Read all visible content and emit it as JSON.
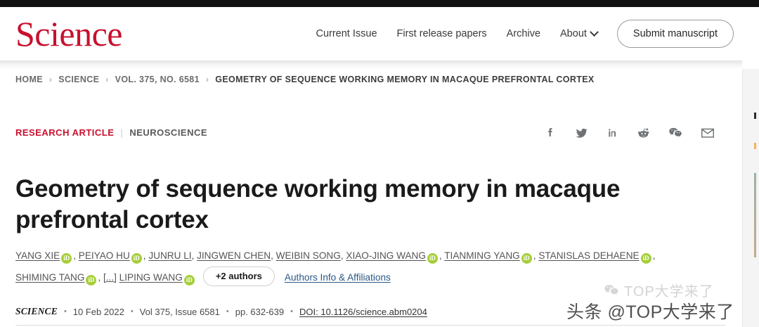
{
  "site": {
    "logo_text": "Science",
    "nav_items": [
      {
        "label": "Current Issue",
        "has_caret": false
      },
      {
        "label": "First release papers",
        "has_caret": false
      },
      {
        "label": "Archive",
        "has_caret": false
      },
      {
        "label": "About",
        "has_caret": true
      }
    ],
    "submit_button": "Submit manuscript"
  },
  "breadcrumb": {
    "separator": "›",
    "items": [
      "HOME",
      "SCIENCE",
      "VOL. 375, NO. 6581",
      "GEOMETRY OF SEQUENCE WORKING MEMORY IN MACAQUE PREFRONTAL CORTEX"
    ]
  },
  "article": {
    "type_primary": "RESEARCH ARTICLE",
    "type_divider": "|",
    "type_secondary": "NEUROSCIENCE",
    "title": "Geometry of sequence working memory in macaque prefrontal cortex",
    "more_authors_label": "+2 authors",
    "affiliations_link": "Authors Info & Affiliations",
    "orcid_glyph": "iD",
    "ellipsis_authors": "[...]",
    "authors": [
      {
        "name": "YANG XIE",
        "orcid": true
      },
      {
        "name": "PEIYAO HU",
        "orcid": true
      },
      {
        "name": "JUNRU LI",
        "orcid": false
      },
      {
        "name": "JINGWEN CHEN",
        "orcid": false
      },
      {
        "name": "WEIBIN SONG",
        "orcid": false
      },
      {
        "name": "XIAO-JING WANG",
        "orcid": true
      },
      {
        "name": "TIANMING YANG",
        "orcid": true
      },
      {
        "name": "STANISLAS DEHAENE",
        "orcid": true
      },
      {
        "name": "SHIMING TANG",
        "orcid": true
      },
      {
        "name": "LIPING WANG",
        "orcid": true
      }
    ]
  },
  "citation": {
    "journal": "SCIENCE",
    "date": "10 Feb 2022",
    "volume": "Vol 375, Issue 6581",
    "pages": "pp. 632-639",
    "doi": "DOI: 10.1126/science.abm0204",
    "dot": "•"
  },
  "social_icons": [
    {
      "name": "facebook-icon",
      "glyph": "f"
    },
    {
      "name": "twitter-icon",
      "glyph": "🐦"
    },
    {
      "name": "linkedin-icon",
      "glyph": "in"
    },
    {
      "name": "reddit-icon",
      "glyph": "ⓡ"
    },
    {
      "name": "wechat-icon",
      "glyph": "☁"
    },
    {
      "name": "email-icon",
      "glyph": "✉"
    }
  ],
  "watermarks": {
    "wechat": "TOP大学来了",
    "toutiao": "头条 @TOP大学来了"
  },
  "colors": {
    "brand_red": "#c8102e",
    "orcid_green": "#a6ce39",
    "link_blue": "#2a5885",
    "topbar_black": "#121212"
  }
}
